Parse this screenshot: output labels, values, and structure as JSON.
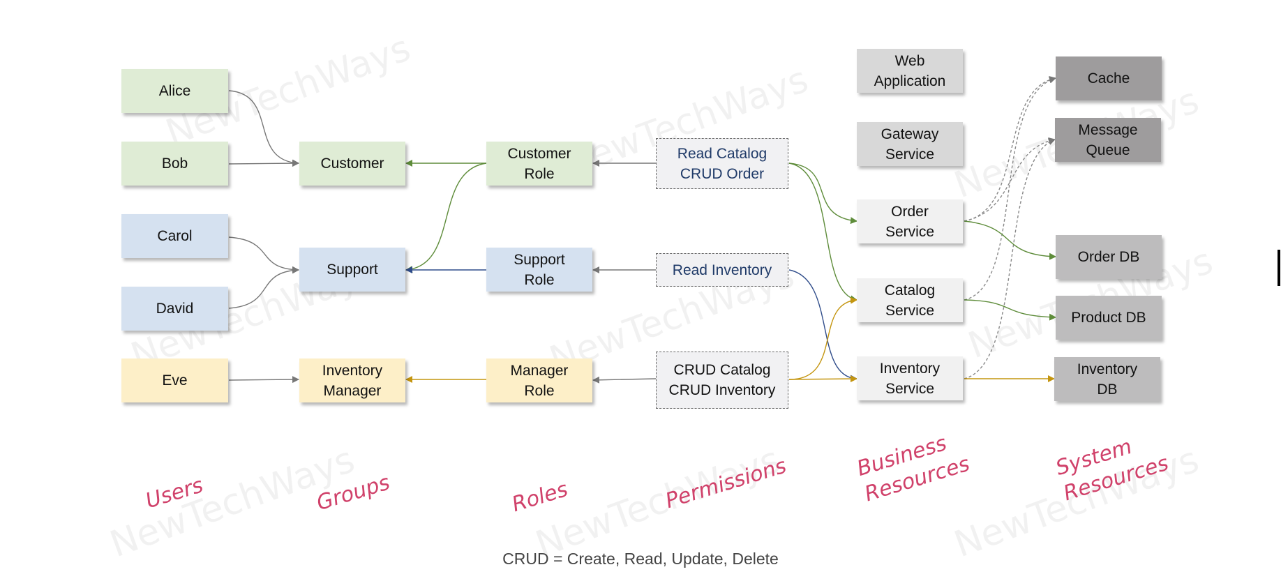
{
  "colors": {
    "users_groups_customer": "#dfecd5",
    "support": "#d5e1f0",
    "inventory": "#fdefc8",
    "permission_text": "#1f3a68",
    "category_label": "#d0416a",
    "edge_gray": "#777777",
    "edge_green": "#5e8c3a",
    "edge_blue": "#2f4c8a",
    "edge_gold": "#c4950f"
  },
  "watermark_text": "NewTechWays",
  "categories": {
    "users": "Users",
    "groups": "Groups",
    "roles": "Roles",
    "permissions": "Permissions",
    "business_resources": "Business\nResources",
    "system_resources": "System\nResources"
  },
  "users": {
    "alice": "Alice",
    "bob": "Bob",
    "carol": "Carol",
    "david": "David",
    "eve": "Eve"
  },
  "groups": {
    "customer": "Customer",
    "support": "Support",
    "inventory_manager": "Inventory\nManager"
  },
  "roles": {
    "customer_role": "Customer\nRole",
    "support_role": "Support\nRole",
    "manager_role": "Manager\nRole"
  },
  "permissions": {
    "customer_perm": "Read Catalog\nCRUD Order",
    "support_perm": "Read Inventory",
    "manager_perm": "CRUD Catalog\nCRUD Inventory"
  },
  "business_resources": {
    "web_app": "Web\nApplication",
    "gateway": "Gateway\nService",
    "order_service": "Order\nService",
    "catalog_service": "Catalog\nService",
    "inventory_service": "Inventory\nService"
  },
  "system_resources": {
    "cache": "Cache",
    "message_queue": "Message\nQueue",
    "order_db": "Order DB",
    "product_db": "Product DB",
    "inventory_db": "Inventory\nDB"
  },
  "footnote": "CRUD = Create, Read, Update, Delete"
}
